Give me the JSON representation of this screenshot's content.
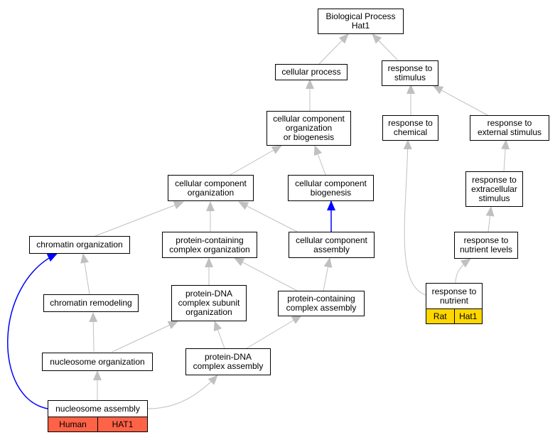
{
  "nodes": {
    "bp": "Biological Process\nHat1",
    "cellular_process": "cellular process",
    "response_to_stimulus": "response to\nstimulus",
    "ccob": "cellular component\norganization\nor biogenesis",
    "response_to_chemical": "response to\nchemical",
    "response_to_external": "response to\nexternal stimulus",
    "cc_organization": "cellular component\norganization",
    "cc_biogenesis": "cellular component\nbiogenesis",
    "response_to_extracellular": "response to\nextracellular\nstimulus",
    "chromatin_organization": "chromatin organization",
    "pc_complex_organization": "protein-containing\ncomplex organization",
    "cc_assembly": "cellular component\nassembly",
    "response_to_nutrient_levels": "response to\nnutrient levels",
    "chromatin_remodeling": "chromatin remodeling",
    "protein_dna_subunit": "protein-DNA\ncomplex subunit\norganization",
    "pc_complex_assembly": "protein-containing\ncomplex assembly",
    "response_to_nutrient": "response to\nnutrient",
    "nucleosome_organization": "nucleosome organization",
    "protein_dna_assembly": "protein-DNA\ncomplex assembly",
    "nucleosome_assembly": "nucleosome assembly"
  },
  "tags": {
    "human": {
      "species": "Human",
      "gene": "HAT1",
      "color": "#ff6347"
    },
    "rat": {
      "species": "Rat",
      "gene": "Hat1",
      "color": "#ffd700"
    }
  },
  "colors": {
    "edge": "#c0c0c0",
    "highlight_edge": "#0000ff"
  }
}
